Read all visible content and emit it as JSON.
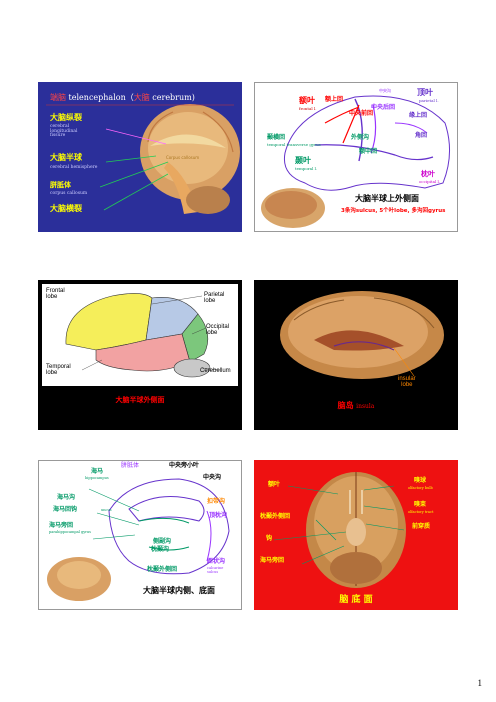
{
  "slide1": {
    "title_cn1": "端脑",
    "title_en1": "telencephalon（",
    "title_cn2": "大脑",
    "title_en2": "cerebrum)",
    "labels": [
      {
        "cn": "大脑纵裂",
        "en": "cerebral\nlongitudinal\nfissure"
      },
      {
        "cn": "大脑半球",
        "en": "cerebral hemisphere"
      },
      {
        "cn": "胼胝体",
        "en": "corpus callosum"
      },
      {
        "cn": "大脑横裂",
        "en": ""
      }
    ],
    "brain_text": "Corpus callosum"
  },
  "slide2": {
    "labels": {
      "frontal": "额叶",
      "frontal_en": "frontal l.",
      "parietal": "顶叶",
      "parietal_en": "parietal l.",
      "superior_frontal": "额上回",
      "precentral": "中央前回",
      "postcentral": "中央后回",
      "supramarginal": "缘上回",
      "angular": "角回",
      "transverse_temporal": "颞横回",
      "transverse_temporal_en": "temporal transverse gyrus",
      "lateral_sulcus": "外侧沟",
      "middle_frontal": "额中回",
      "temporal": "颞叶",
      "temporal_en": "temporal l.",
      "occipital": "枕叶",
      "occipital_en": "occipital l.",
      "central_sulcus": "中央沟",
      "caption": "大脑半球上外侧面",
      "subcaption": "3条沟sulcus, 5个叶lobe, 多沟回gyrus"
    }
  },
  "slide3": {
    "frontal": "Frontal\nlobe",
    "parietal": "Parietal\nlobe",
    "occipital": "Occipital\nlobe",
    "temporal": "Temporal\nlobe",
    "cerebellum": "Cerebellum",
    "caption": "大脑半球外侧面"
  },
  "slide4": {
    "insular": "insular\nlobe",
    "caption_cn": "脑岛",
    "caption_en": "insula"
  },
  "slide5": {
    "labels": {
      "hippocampus": "海马",
      "hippocampus_en": "hippocampus",
      "corpus_callosum": "胼胝体",
      "paracentral": "中央旁小叶",
      "central": "中央沟",
      "cingulate": "扣带沟",
      "parieto_occipital": "顶枕沟",
      "uncus": "海马沟",
      "uncus_en": "uncus",
      "dentate": "海马回钩",
      "parahippocampal": "海马旁回",
      "parahippocampal_en": "parahippocampal gyrus",
      "collateral": "侧副沟",
      "occipitotemporal": "枕颞沟",
      "calcarine": "距状沟",
      "calcarine_en": "calcarine\nsulcus",
      "lateral_occipitotemporal": "枕颞外侧回",
      "caption": "大脑半球内侧、底面"
    }
  },
  "slide6": {
    "labels": {
      "frontal": "额叶",
      "olfactory_bulb": "嗅球",
      "olfactory_bulb_en": "olfactory bulb",
      "olfactory_tract": "嗅束",
      "olfactory_tract_en": "olfactory tract",
      "ant_perf": "前穿质",
      "lateral_occipitotemporal": "枕颞外侧回",
      "uncus": "钩",
      "parahippocampal": "海马旁回"
    },
    "caption": "脑 底 面"
  },
  "page_number": "1"
}
